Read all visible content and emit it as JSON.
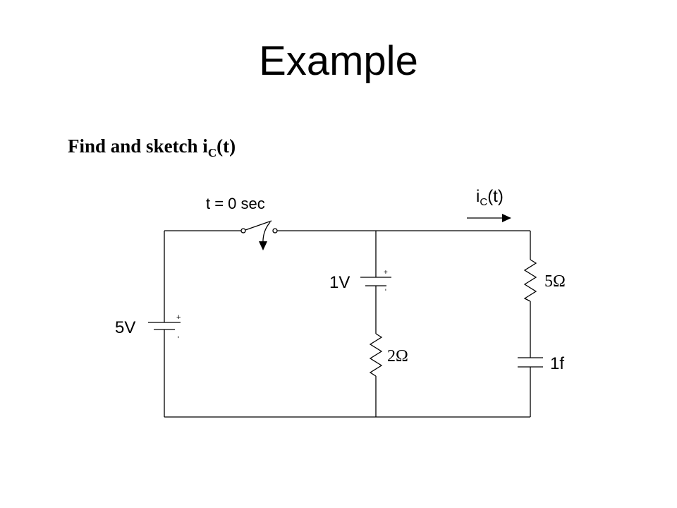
{
  "slide": {
    "title": "Example",
    "task_main": "Find and sketch i",
    "task_sub": "C",
    "task_tail": "(t)"
  },
  "circuit": {
    "switch_label": "t = 0 sec",
    "current_label_main": "i",
    "current_label_sub": "C",
    "current_label_tail": "(t)",
    "source_left": "5V",
    "source_mid": "1V",
    "resistor_mid": "2Ω",
    "resistor_right": "5Ω",
    "capacitor_right": "1f",
    "plus_sign": "+",
    "minus_sign": "-"
  }
}
